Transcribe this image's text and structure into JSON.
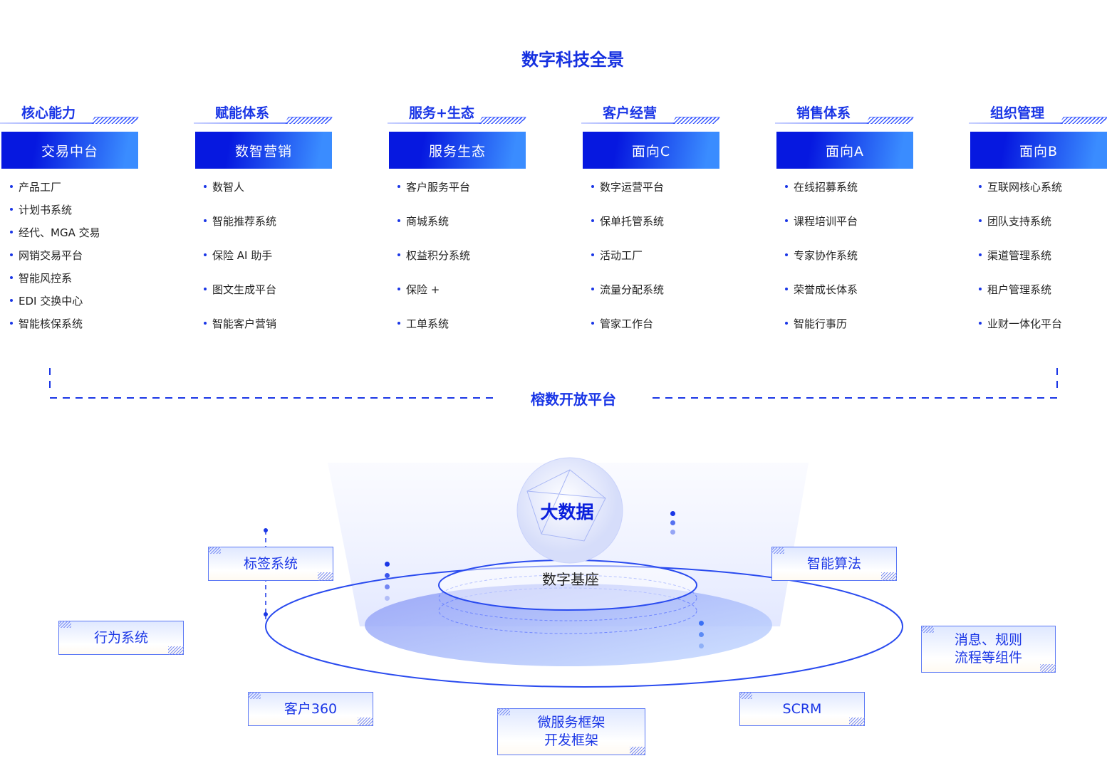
{
  "title": "数字科技全景",
  "columns": [
    {
      "header": "核心能力",
      "card": "交易中台",
      "items": [
        "产品工厂",
        "计划书系统",
        "经代、MGA 交易",
        "网销交易平台",
        "智能风控系",
        "EDI 交换中心",
        "智能核保系统"
      ]
    },
    {
      "header": "赋能体系",
      "card": "数智营销",
      "items": [
        "数智人",
        "智能推荐系统",
        "保险 AI 助手",
        "图文生成平台",
        "智能客户营销"
      ]
    },
    {
      "header": "服务+生态",
      "card": "服务生态",
      "items": [
        "客户服务平台",
        "商城系统",
        "权益积分系统",
        "保险 +",
        "工单系统"
      ]
    },
    {
      "header": "客户经营",
      "card": "面向C",
      "items": [
        "数字运营平台",
        "保单托管系统",
        "活动工厂",
        "流量分配系统",
        "管家工作台"
      ]
    },
    {
      "header": "销售体系",
      "card": "面向A",
      "items": [
        "在线招募系统",
        "课程培训平台",
        "专家协作系统",
        "荣誉成长体系",
        "智能行事历"
      ]
    },
    {
      "header": "组织管理",
      "card": "面向B",
      "items": [
        "互联网核心系统",
        "团队支持系统",
        "渠道管理系统",
        "租户管理系统",
        "业财一体化平台"
      ]
    }
  ],
  "platform": "榕数开放平台",
  "center": {
    "sphere": "大数据",
    "base": "数字基座"
  },
  "modules": {
    "tag": "标签系统",
    "behavior": "行为系统",
    "customer": "客户360",
    "micro": "微服务框架\n开发框架",
    "scrm": "SCRM",
    "algo": "智能算法",
    "message": "消息、规则\n流程等组件"
  }
}
